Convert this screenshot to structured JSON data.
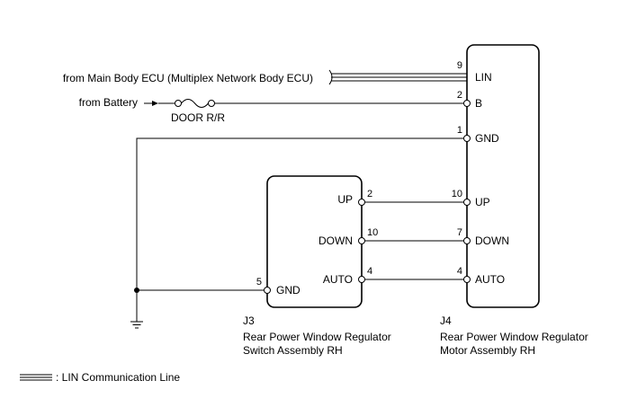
{
  "sources": {
    "main_body_ecu": "from Main Body ECU (Multiplex Network Body ECU)",
    "battery": "from Battery"
  },
  "fuse": {
    "label": "DOOR R/R"
  },
  "motor": {
    "code": "J4",
    "name_line1": "Rear Power Window Regulator",
    "name_line2": "Motor Assembly RH",
    "pins": [
      {
        "num": "9",
        "label": "LIN"
      },
      {
        "num": "2",
        "label": "B"
      },
      {
        "num": "1",
        "label": "GND"
      },
      {
        "num": "10",
        "label": "UP"
      },
      {
        "num": "7",
        "label": "DOWN"
      },
      {
        "num": "4",
        "label": "AUTO"
      }
    ]
  },
  "switch": {
    "code": "J3",
    "name_line1": "Rear Power Window Regulator",
    "name_line2": "Switch Assembly RH",
    "pins": [
      {
        "num": "2",
        "label": "UP"
      },
      {
        "num": "10",
        "label": "DOWN"
      },
      {
        "num": "4",
        "label": "AUTO"
      },
      {
        "num": "5",
        "label": "GND"
      }
    ]
  },
  "legend": {
    "label": ": LIN Communication Line"
  }
}
